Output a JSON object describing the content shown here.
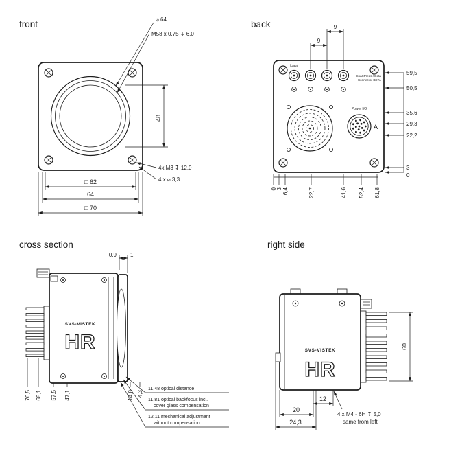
{
  "front": {
    "title": "front",
    "dia64": "⌀ 64",
    "thread": "M58 x 0,75 ↧ 6,0",
    "dim48": "48",
    "m3": "4x M3 ↧ 12,0",
    "dia33": "4 x ⌀ 3,3",
    "sq62": "□ 62",
    "dim64": "64",
    "sq70": "□ 70"
  },
  "back": {
    "title": "back",
    "dim9_top": "9",
    "dim9_bottom": "9",
    "data_label": "[Data]",
    "conn_note1": "CoaXPress / Data",
    "conn_note2": "Connector BKTA",
    "power_label": "Power I/O",
    "a_label": "A",
    "right_dims": [
      "59,5",
      "50,5",
      "35,6",
      "29,3",
      "22,2",
      "3",
      "0"
    ],
    "bottom_dims": [
      "0",
      "3",
      "6,4",
      "22,7",
      "41,6",
      "52,4",
      "61,8"
    ]
  },
  "cross_section": {
    "title": "cross section",
    "dim09": "0,9",
    "dim1": "1",
    "bottom_left_dims": [
      "76,5",
      "68,1",
      "57,5",
      "47,1"
    ],
    "bottom_right_dims": [
      "14,8",
      "4,3"
    ],
    "note1": "11,48 optical distance",
    "note2a": "11,81 optical backfocus incl.",
    "note2b": "cover glass compensation",
    "note3a": "12,11 mechanical adjustment",
    "note3b": "without compensation",
    "brand": "SVS-VISTEK",
    "model": "HR"
  },
  "right_side": {
    "title": "right side",
    "dim60": "60",
    "dim12": "12",
    "dim20": "20",
    "dim243": "24,3",
    "note1": "4 x M4 - 6H ↧ 5,0",
    "note2": "same from left",
    "brand": "SVS-VISTEK",
    "model": "HR"
  }
}
